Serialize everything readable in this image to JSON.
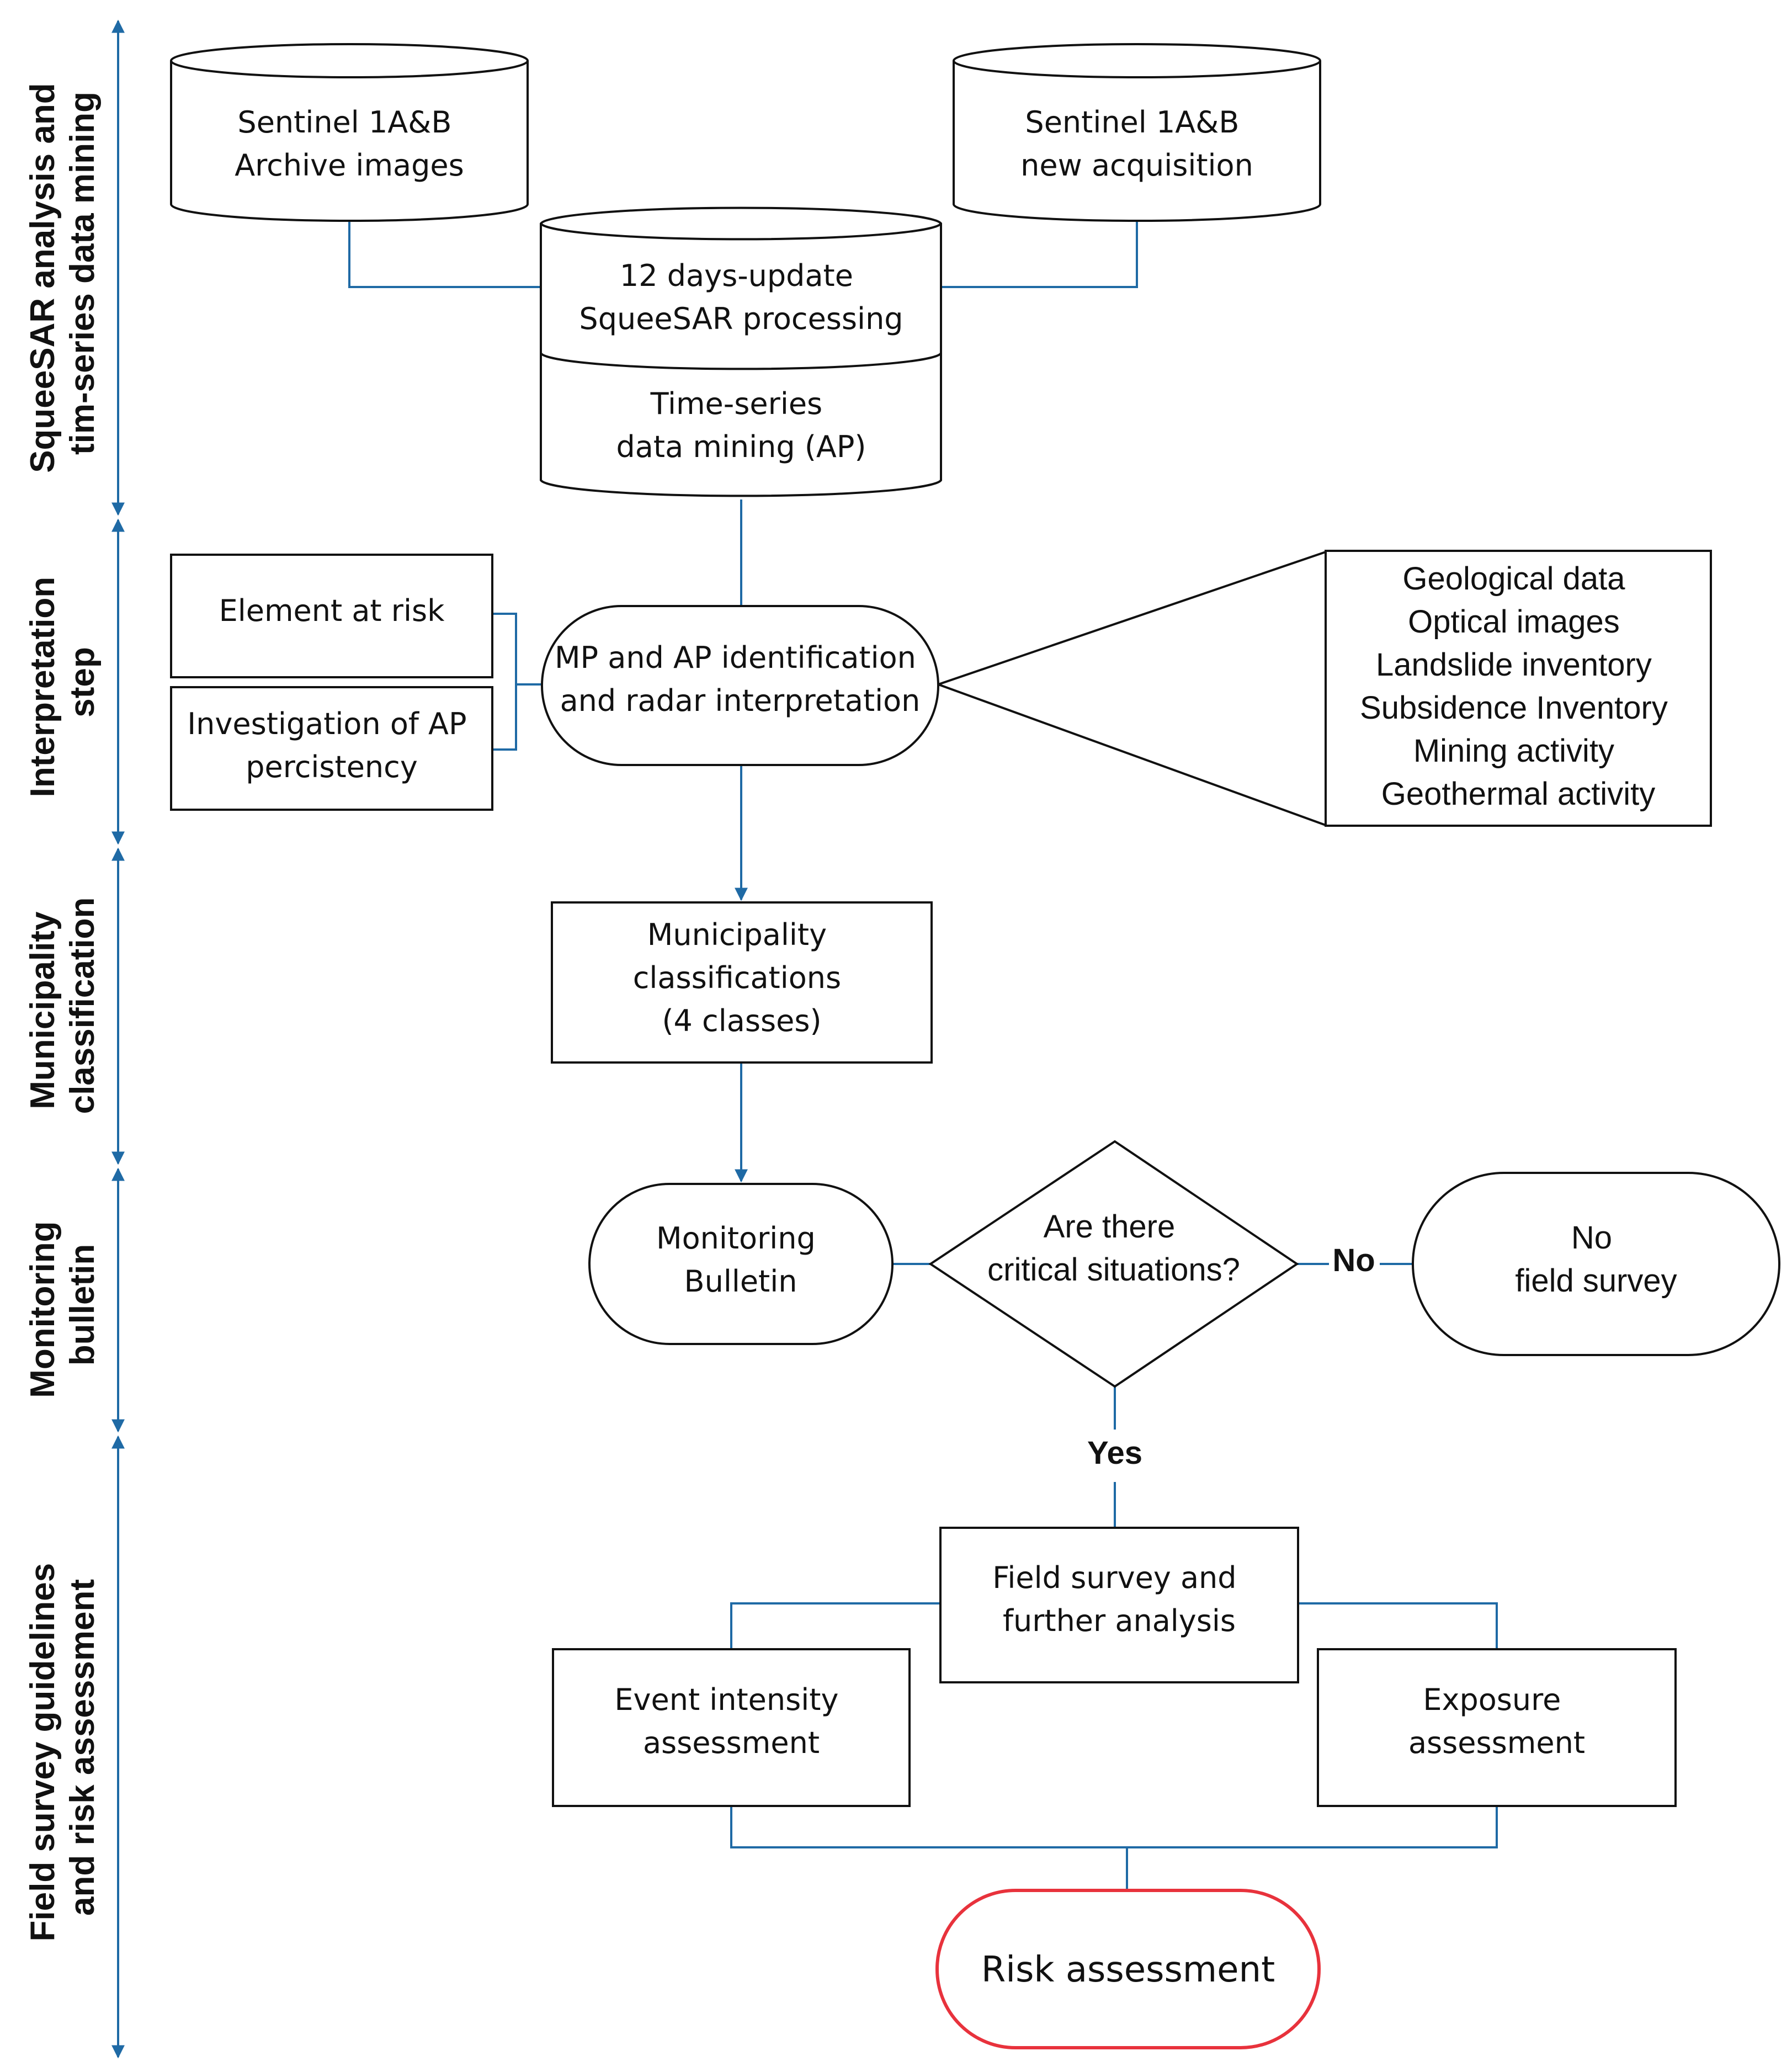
{
  "colors": {
    "connector": "#1f6aa5",
    "outline": "#111111",
    "highlight": "#e8323c"
  },
  "stages": [
    {
      "id": "squeesar",
      "lines": [
        "SqueeSAR analysis and",
        "tim-series data mining"
      ]
    },
    {
      "id": "interpretation",
      "lines": [
        "Interpretation",
        "step"
      ]
    },
    {
      "id": "municipality",
      "lines": [
        "Municipality",
        "classification"
      ]
    },
    {
      "id": "monitoring",
      "lines": [
        "Monitoring",
        "bulletin"
      ]
    },
    {
      "id": "field",
      "lines": [
        "Field survey guidelines",
        "and risk assessment"
      ]
    }
  ],
  "nodes": {
    "archive": {
      "lines": [
        "Sentinel 1A&B",
        "Archive images"
      ]
    },
    "new_acq": {
      "lines": [
        "Sentinel 1A&B",
        "new acquisition"
      ]
    },
    "processing": {
      "lines": [
        "12 days-update",
        "SqueeSAR processing"
      ]
    },
    "mining": {
      "lines": [
        "Time-series",
        "data mining (AP)"
      ]
    },
    "element_risk": {
      "lines": [
        "Element at risk"
      ]
    },
    "investigation": {
      "lines": [
        "Investigation of AP",
        "percistency"
      ]
    },
    "identification": {
      "lines": [
        "MP and AP identification",
        "and radar interpretation"
      ]
    },
    "ancillary": {
      "lines": [
        "Geological data",
        "Optical images",
        "Landslide inventory",
        "Subsidence Inventory",
        "Mining activity",
        "Geothermal activity"
      ]
    },
    "classification": {
      "lines": [
        "Municipality",
        "classifications",
        "(4 classes)"
      ]
    },
    "bulletin": {
      "lines": [
        "Monitoring",
        "Bulletin"
      ]
    },
    "decision": {
      "lines": [
        "Are there",
        "critical situations?"
      ]
    },
    "no_survey": {
      "lines": [
        "No",
        "field survey"
      ]
    },
    "field_survey": {
      "lines": [
        "Field survey and",
        "further analysis"
      ]
    },
    "event_intensity": {
      "lines": [
        "Event intensity",
        "assessment"
      ]
    },
    "exposure": {
      "lines": [
        "Exposure",
        "assessment"
      ]
    },
    "risk": {
      "lines": [
        "Risk assessment"
      ]
    }
  },
  "edge_labels": {
    "no": "No",
    "yes": "Yes"
  }
}
